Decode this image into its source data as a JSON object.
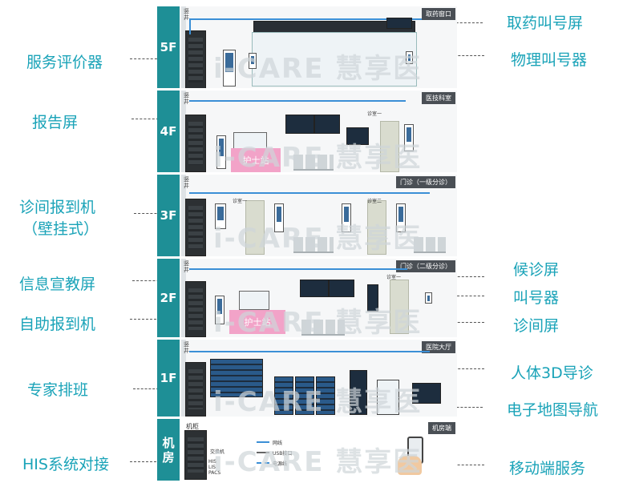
{
  "left_labels": [
    "服务评价器",
    "报告屏",
    "诊间报到机",
    "（壁挂式）",
    "信息宣教屏",
    "自助报到机",
    "专家排班",
    "HIS系统对接"
  ],
  "right_labels": [
    "取药叫号屏",
    "物理叫号器",
    "候诊屏",
    "叫号器",
    "诊间屏",
    "人体3D导诊",
    "电子地图导航",
    "移动端服务"
  ],
  "floors": [
    {
      "code": "5F",
      "room": "取药窗口"
    },
    {
      "code": "4F",
      "room": "医技科室"
    },
    {
      "code": "3F",
      "room": "门诊（一级分诊）"
    },
    {
      "code": "2F",
      "room": "门诊（二级分诊）"
    },
    {
      "code": "1F",
      "room": "医院大厅"
    },
    {
      "code": "机\n房",
      "room": "机房端"
    }
  ],
  "shaft_text": "竖井",
  "nurse_station": "护士站",
  "rooms": {
    "consult1": "诊室一",
    "consult2": "诊室二"
  },
  "machine_room": {
    "cabinet_label": "机柜",
    "his": "HIS",
    "lis": "LIS",
    "pacs": "PACS",
    "switch": "交换机",
    "legend": [
      "网线",
      "USB接口",
      "电源线"
    ]
  },
  "watermark": "i-CARE 慧享医",
  "colors": {
    "label": "#1aa3b8",
    "floor_bar": "#1e8f96",
    "wire": "#3b8fd6",
    "nurse": "#f2a3c8"
  }
}
